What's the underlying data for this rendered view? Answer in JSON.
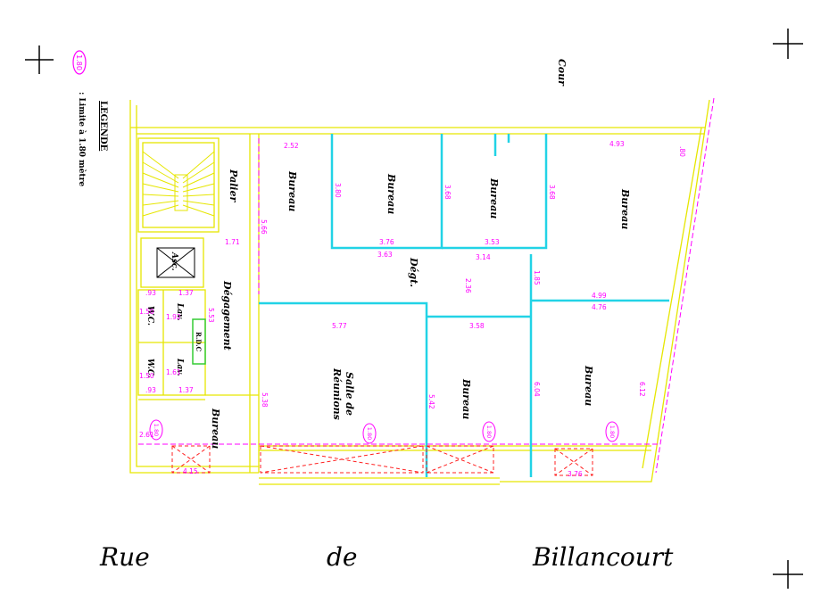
{
  "legend": {
    "title": "LEGENDE",
    "badge": "1.80",
    "text": ": Limite à 1.80 mètre"
  },
  "courtyard": "Cour",
  "street": {
    "w1": "Rue",
    "w2": "de",
    "w3": "Billancourt"
  },
  "rooms": {
    "bureau": "Bureau",
    "palier": "Palier",
    "degagement": "Dégagement",
    "degt": "Dégt.",
    "asc": "Asc.",
    "wc": "W.C.",
    "lav": "Lav.",
    "rdc": "R.D.C",
    "salle1": "Salle de",
    "salle2": "Réunions"
  },
  "dims": {
    "d252": "2.52",
    "d493": "4.93",
    "d80": ".80",
    "d380": "3.80",
    "d368a": "3.68",
    "d368b": "3.68",
    "d376": "3.76",
    "d353": "3.53",
    "d363": "3.63",
    "d314": "3.14",
    "d566": "5.66",
    "d171": "1.71",
    "d236": "2.36",
    "d185": "1.85",
    "d499": "4.99",
    "d476": "4.76",
    "d577": "5.77",
    "d358": "3.58",
    "d93a": ".93",
    "d137a": "1.37",
    "d150a": "1.50",
    "d192": "1.92",
    "d553": "5.53",
    "d161": "1.61",
    "d150b": "1.50",
    "d93b": ".93",
    "d137b": "1.37",
    "d538": "5.38",
    "d542": "5.42",
    "d604": "6.04",
    "d612": "6.12",
    "d261": "2.61",
    "d415": "4.15",
    "d376b": "3.76",
    "b1": "1.80",
    "b2": "1.80",
    "b3": "1.80",
    "b4": "1.80"
  },
  "colors": {
    "outline": "#e6e600",
    "partition": "#22d3e6",
    "dimension": "#ff00ff",
    "hatch": "#ff2020",
    "text": "#000000"
  }
}
